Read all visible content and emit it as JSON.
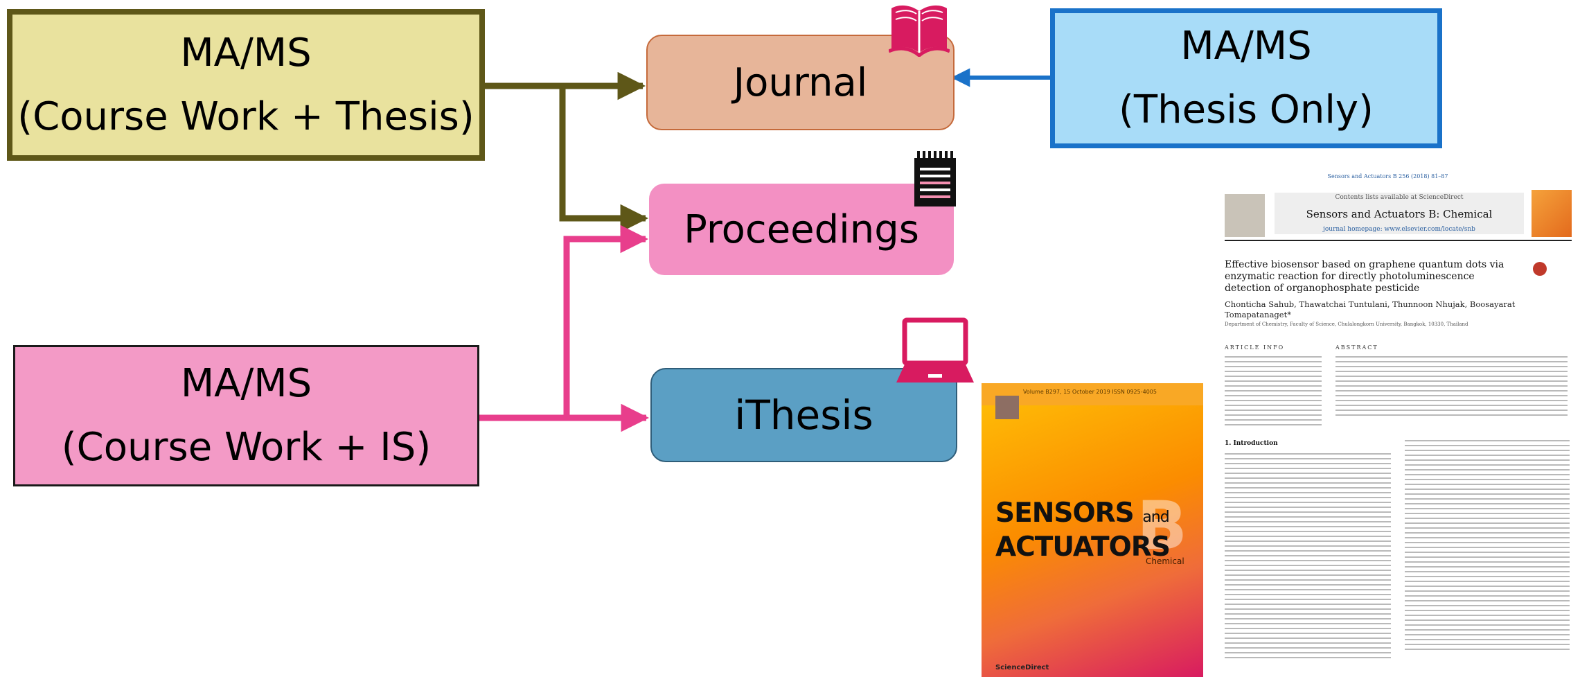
{
  "boxes": {
    "coursework_thesis": {
      "line1": "MA/MS",
      "line2": "(Course Work + Thesis)"
    },
    "thesis_only": {
      "line1": "MA/MS",
      "line2": "(Thesis Only)"
    },
    "coursework_is": {
      "line1": "MA/MS",
      "line2": "(Course Work + IS)"
    },
    "journal": "Journal",
    "proceedings": "Proceedings",
    "ithesis": "iThesis"
  },
  "colors": {
    "thesis_arrow": "#5e5718",
    "thesis_only_arrow": "#1a72c9",
    "is_arrow": "#e83e8c"
  },
  "icons": [
    "book-icon",
    "notepad-icon",
    "laptop-icon"
  ],
  "paper": {
    "journal_line": "Sensors and Actuators B 256 (2018) 81–87",
    "contents": "Contents lists available at ScienceDirect",
    "journal_title": "Sensors and Actuators B: Chemical",
    "homepage": "journal homepage: www.elsevier.com/locate/snb",
    "title": "Effective biosensor based on graphene quantum dots via enzymatic reaction for directly photoluminescence detection of organophosphate pesticide",
    "authors": "Chonticha Sahub, Thawatchai Tuntulani, Thunnoon Nhujak, Boosayarat Tomapatanaget*",
    "affiliation": "Department of Chemistry, Faculty of Science, Chulalongkorn University, Bangkok, 10330, Thailand",
    "article_info": "ARTICLE INFO",
    "abstract": "ABSTRACT",
    "intro": "1. Introduction"
  },
  "cover": {
    "meta": "Volume B297, 15 October 2019    ISSN 0925-4005",
    "sensors": "SENSORS",
    "and": "and",
    "actuators": "ACTUATORS",
    "letter": "B",
    "chemical": "Chemical",
    "sciencedirect": "ScienceDirect"
  }
}
